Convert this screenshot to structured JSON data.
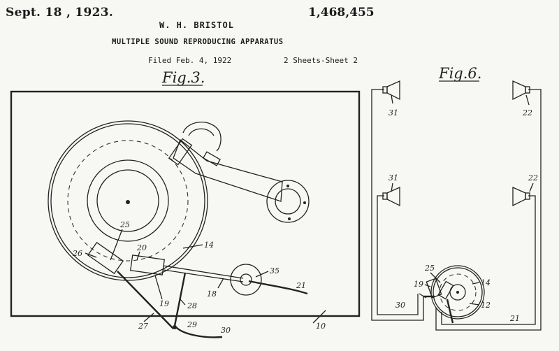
{
  "header": {
    "date": "Sept. 18 , 1923.",
    "inventor": "W. H. BRISTOL",
    "patent_number": "1,468,455",
    "title": "MULTIPLE SOUND REPRODUCING APPARATUS",
    "filed": "Filed Feb. 4, 1922",
    "sheets": "2 Sheets-Sheet 2"
  },
  "figures": {
    "fig3": {
      "label": "Fig.3.",
      "refs": {
        "r25": "25",
        "r20": "20",
        "r14": "14",
        "r26": "26",
        "r35": "35",
        "r18": "18",
        "r19": "19",
        "r28": "28",
        "r21": "21",
        "r27": "27",
        "r29": "29",
        "r30": "30",
        "r10": "10"
      }
    },
    "fig6": {
      "label": "Fig.6.",
      "refs": {
        "r31a": "31",
        "r22a": "22",
        "r31b": "31",
        "r22b": "22",
        "r25": "25",
        "r19": "19",
        "r14": "14",
        "r12": "12",
        "r30": "30",
        "r21": "21"
      }
    }
  }
}
